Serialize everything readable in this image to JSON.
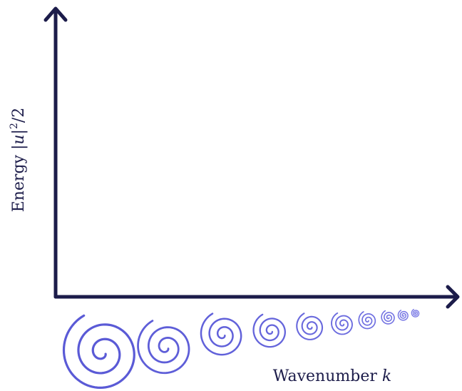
{
  "y_axis": {
    "label_prefix": "Energy |",
    "label_var": "u",
    "label_mid": "|",
    "label_exp": "2",
    "label_suffix": "/2"
  },
  "x_axis": {
    "label_prefix": "Wavenumber ",
    "label_var": "k"
  },
  "eddies": {
    "count": 10,
    "color_large": "#5a5ad6",
    "color_small": "#7b7be6",
    "axis_color": "#1c1c4a"
  }
}
